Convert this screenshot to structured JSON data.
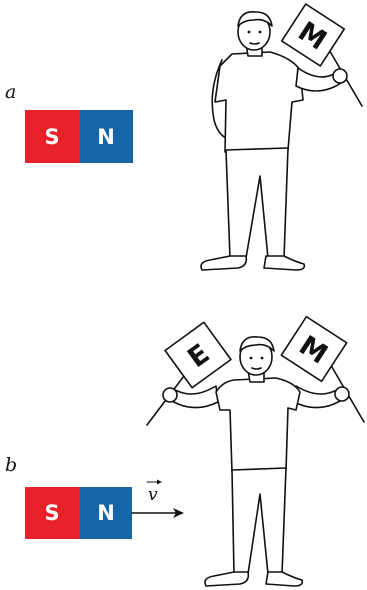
{
  "panels": [
    {
      "label": "a",
      "magnet": {
        "left_pole": "S",
        "right_pole": "N"
      },
      "signs": [
        "M"
      ]
    },
    {
      "label": "b",
      "magnet": {
        "left_pole": "S",
        "right_pole": "N"
      },
      "velocity_label": "v",
      "signs": [
        "E",
        "M"
      ]
    }
  ],
  "colors": {
    "south_pole": "#e8202a",
    "north_pole": "#1565a8",
    "ink": "#111111"
  }
}
